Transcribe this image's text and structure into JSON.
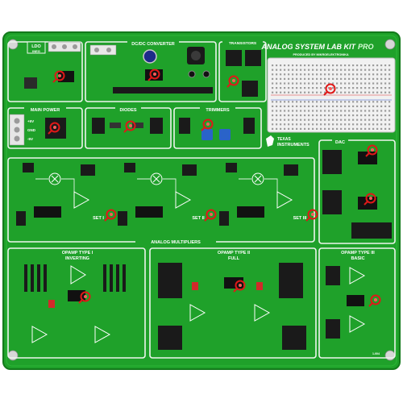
{
  "board": {
    "title": "ANALOG SYSTEM LAB KIT",
    "title_suffix": "PRO",
    "subtitle": "PRODUCED BY MIKROELEKTRONIKA",
    "brand_line1": "TEXAS",
    "brand_line2": "INSTRUMENTS",
    "serial": "1-004"
  },
  "sections": {
    "ldo": "LDO",
    "ldo_sub": "INEG",
    "dcdc": "DC/DC CONVERTER",
    "transistors": "TRANSISTORS",
    "main_power": "MAIN POWER",
    "diodes": "DIODES",
    "trimmers": "TRIMMERS",
    "dac": "DAC",
    "analog_multipliers": "ANALOG MULTIPLIERS",
    "set1": "SET I",
    "set2": "SET II",
    "set3": "SET III",
    "opamp1_line1": "OPAMP TYPE I",
    "opamp1_line2": "INVERTING",
    "opamp2_line1": "OPAMP TYPE II",
    "opamp2_line2": "FULL",
    "opamp3_line1": "OPAMP TYPE III",
    "opamp3_line2": "BASIC"
  },
  "power_labels": [
    "+5V",
    "GND",
    "-5V"
  ],
  "colors": {
    "pcb": "#1fa12a",
    "pcb_dark": "#178a22",
    "silk": "#ffffff",
    "header": "#1a1a1a",
    "chip": "#111111",
    "marker": "#e01818",
    "breadboard": "#f1f1f1",
    "trimmer": "#2a63c9"
  },
  "icons": {
    "probe_marker": "magnifier-probe-icon",
    "logo": "texas-instruments-logo-icon"
  }
}
